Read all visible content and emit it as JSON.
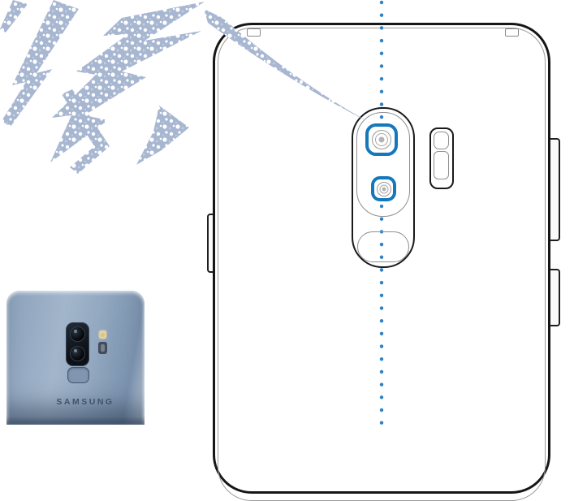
{
  "illustration": {
    "background": "#ffffff",
    "outline_black": "#161616",
    "detail_gray": "#8f8f8f",
    "accent_lens_blue": "#1578bb",
    "guide_dot_blue": "#2e81c4",
    "crack_blue": "#a8b7d1",
    "icons": {
      "crack_graphic": "grunge-lightning-crack",
      "guide_line": "vertical-dotted-center-line",
      "schematic_parts": [
        "phone-back-outline",
        "antenna-notches",
        "side-buttons",
        "vertical-dual-camera-module",
        "upper-camera-lens-highlighted",
        "lower-camera-lens-highlighted",
        "fingerprint-sensor-outline",
        "flash-and-heart-rate-module"
      ]
    }
  },
  "photo": {
    "brand_label": "SAMSUNG",
    "body_color": "#8ba1bb",
    "parts": [
      "vertical-dual-camera",
      "flash",
      "heart-rate-sensor",
      "fingerprint-scanner"
    ]
  }
}
